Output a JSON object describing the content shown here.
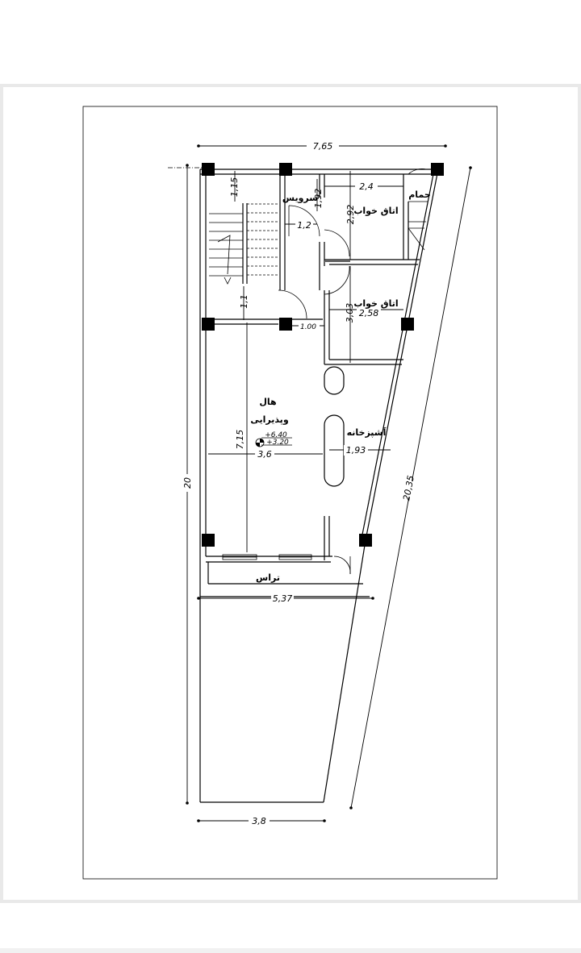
{
  "plan": {
    "dimensions": {
      "top_width": "7,65",
      "total_height": "20",
      "diagonal": "20,35",
      "stair_top": "1,15",
      "stair_bottom": "1,1",
      "landing": "1,2",
      "door_1": "1.00",
      "bedroom1_width": "2,4",
      "bedroom1_depth": "2,92",
      "bedroom2_width": "2,58",
      "bedroom2_depth": "3,03",
      "wc_depth": "1,92",
      "hall_width": "3,6",
      "hall_depth": "7,15",
      "kitchen_width": "1,93",
      "terrace_width": "5,37",
      "yard_width": "3,8"
    },
    "rooms": {
      "bathroom": "حمام",
      "bedroom1": "اتاق خواب",
      "bedroom2": "اتاق خواب",
      "wc": "سرویس",
      "hall_line1": "هال",
      "hall_line2": "وپذیرایی",
      "kitchen": "آشپزخانه",
      "terrace": "تراس"
    },
    "levels": {
      "upper": "+6.40",
      "lower": "+3.20"
    }
  }
}
